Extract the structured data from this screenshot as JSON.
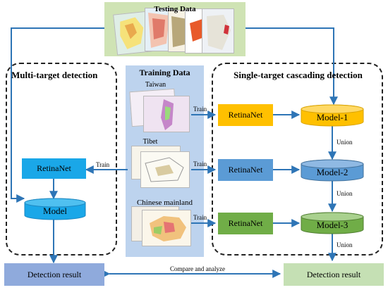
{
  "diagram": {
    "testing_title": "Testing Data",
    "training_title": "Training Data",
    "multi_title": "Multi-target detection",
    "single_title": "Single-target cascading detection",
    "region_labels": [
      "Taiwan",
      "Tibet",
      "Chinese mainland"
    ],
    "retinanet_label": "RetinaNet",
    "model_label": "Model",
    "cascade_models": [
      "Model-1",
      "Model-2",
      "Model-3"
    ],
    "train_label": "Train",
    "union_label": "Union",
    "detection_label": "Detection result",
    "compare_label": "Compare and analyze"
  },
  "colors": {
    "testing_bg": "#cfe3b4",
    "training_bg": "#bdd3ee",
    "connector": "#2e75b6",
    "retinanet_orange": "#ffc000",
    "retinanet_blue": "#5b9bd5",
    "retinanet_green": "#70ad47",
    "retinanet_cyan": "#1aa7e8",
    "result_left": "#8faadc",
    "result_right": "#c5e0b4"
  }
}
